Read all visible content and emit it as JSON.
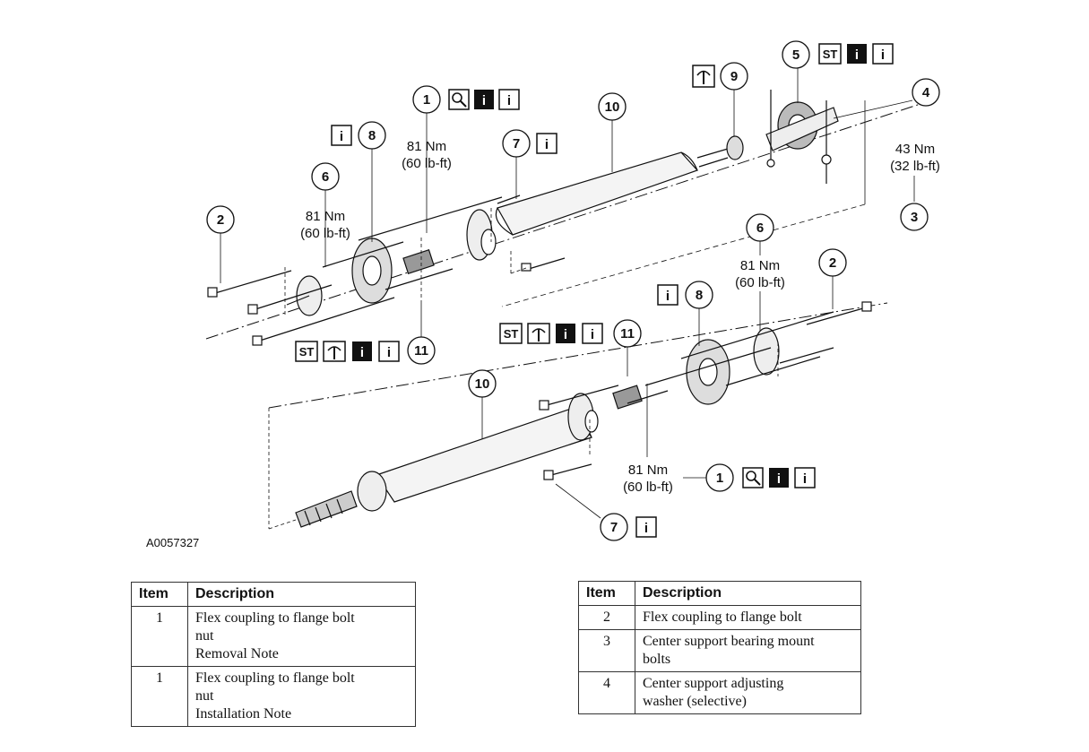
{
  "figure_id": "A0057327",
  "callouts": {
    "c1_top": "1",
    "c2_left": "2",
    "c3": "3",
    "c4": "4",
    "c5": "5",
    "c6_top": "6",
    "c6_right": "6",
    "c7_top": "7",
    "c7_bottom": "7",
    "c8_top": "8",
    "c8_bottom": "8",
    "c9": "9",
    "c10_top": "10",
    "c10_bottom": "10",
    "c11_left": "11",
    "c11_mid": "11",
    "c2_right": "2",
    "c1_bottom": "1"
  },
  "icon_labels": {
    "special_tool": "ST",
    "info": "i"
  },
  "torque": {
    "t1_nm": "81 Nm",
    "t1_lbft": "(60 lb-ft)",
    "t6_nm": "81 Nm",
    "t6_lbft": "(60 lb-ft)",
    "t3_nm": "43 Nm",
    "t3_lbft": "(32 lb-ft)",
    "t6b_nm": "81 Nm",
    "t6b_lbft": "(60 lb-ft)",
    "t1b_nm": "81 Nm",
    "t1b_lbft": "(60 lb-ft)"
  },
  "table_left": {
    "headers": {
      "item": "Item",
      "description": "Description"
    },
    "rows": [
      {
        "item": "1",
        "lines": [
          "Flex coupling to flange bolt",
          "nut",
          "Removal Note"
        ]
      },
      {
        "item": "1",
        "lines": [
          "Flex coupling to flange bolt",
          "nut",
          "Installation Note"
        ]
      }
    ]
  },
  "table_right": {
    "headers": {
      "item": "Item",
      "description": "Description"
    },
    "rows": [
      {
        "item": "2",
        "lines": [
          "Flex coupling to flange bolt"
        ]
      },
      {
        "item": "3",
        "lines": [
          "Center support bearing mount",
          "bolts"
        ]
      },
      {
        "item": "4",
        "lines": [
          "Center support adjusting",
          "washer (selective)"
        ]
      }
    ]
  }
}
